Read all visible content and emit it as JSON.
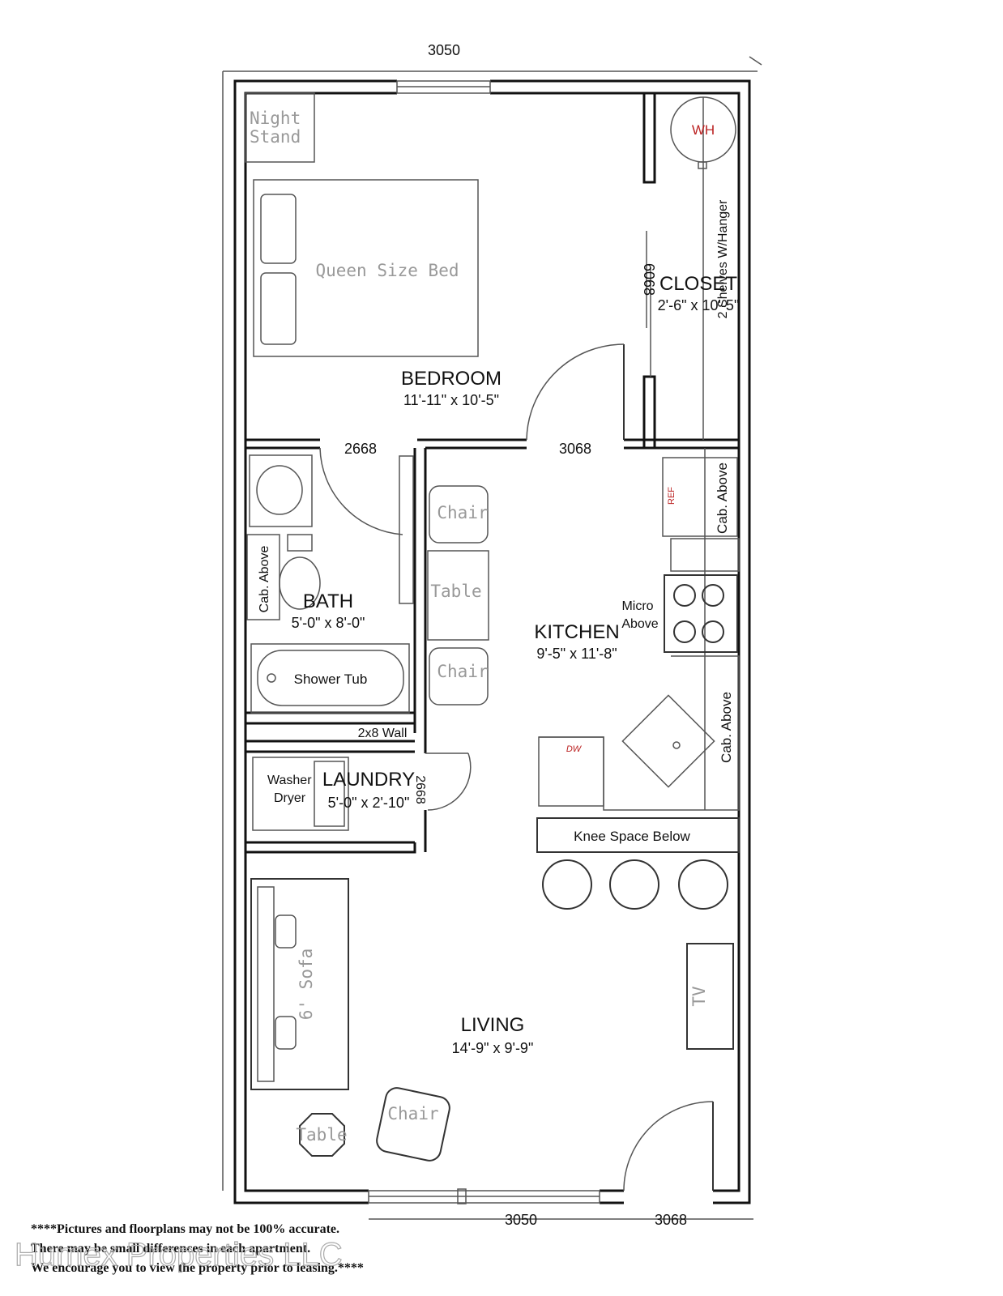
{
  "dimensions": {
    "top_window": "3050",
    "bath_door": "2668",
    "bedroom_door": "3068",
    "closet_door": "6068",
    "laundry_door": "2668",
    "bottom_window": "3050",
    "entry_door": "3068"
  },
  "rooms": {
    "bedroom": {
      "name": "BEDROOM",
      "size": "11'-11\" x 10'-5\""
    },
    "closet": {
      "name": "CLOSET",
      "size": "2'-6\" x 10'-5\""
    },
    "bath": {
      "name": "BATH",
      "size": "5'-0\" x 8'-0\""
    },
    "kitchen": {
      "name": "KITCHEN",
      "size": "9'-5\" x 11'-8\""
    },
    "laundry": {
      "name": "LAUNDRY",
      "size": "5'-0\" x 2'-10\""
    },
    "living": {
      "name": "LIVING",
      "size": "14'-9\" x 9'-9\""
    }
  },
  "fixtures": {
    "night_stand_1": "Night",
    "night_stand_2": "Stand",
    "bed": "Queen Size Bed",
    "water_heater": "WH",
    "shelves": "2 Shelves W/Hanger",
    "refrigerator": "REF",
    "cab_above_kitchen_top": "Cab. Above",
    "cab_above_kitchen_bottom": "Cab. Above",
    "cab_above_bath": "Cab. Above",
    "micro_1": "Micro",
    "micro_2": "Above",
    "chair_top": "Chair",
    "table_kitchen": "Table",
    "chair_bottom": "Chair",
    "shower_tub": "Shower Tub",
    "wall_note": "2x8 Wall",
    "washer": "Washer",
    "dryer": "Dryer",
    "dishwasher": "DW",
    "knee_space": "Knee Space Below",
    "sofa": "6' Sofa",
    "tv": "TV",
    "chair_living": "Chair",
    "table_living": "Table"
  },
  "disclaimer": {
    "line1": "****Pictures and floorplans may not be 100% accurate.",
    "line2": "There may be small differences in each apartment.",
    "line3": "We encourage you to view the property prior to leasing.****"
  },
  "watermark": "Humex Properties LLC",
  "colors": {
    "walls": "#111111",
    "appliance_labels": "#bb2222"
  }
}
